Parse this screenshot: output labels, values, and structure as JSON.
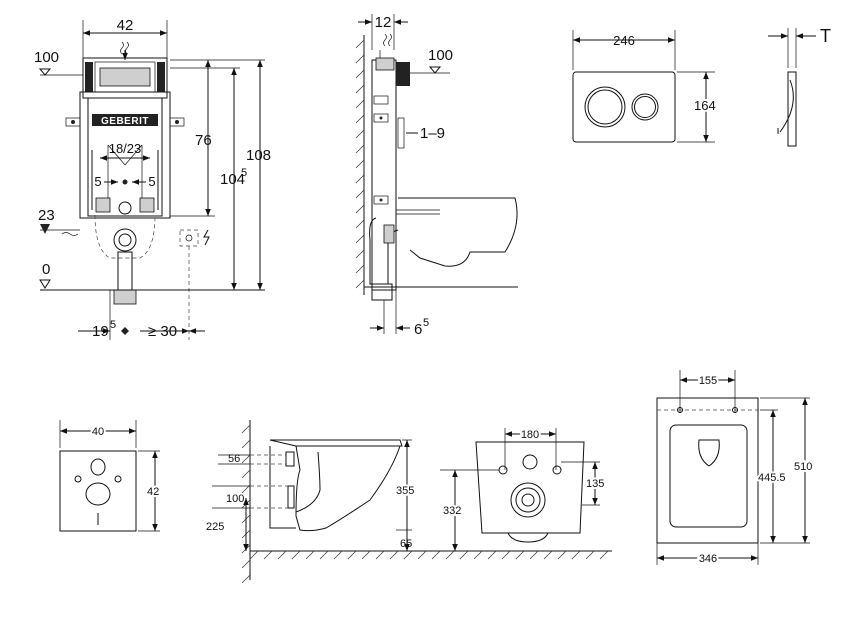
{
  "brand": "GEBERIT",
  "frame_front": {
    "width": "42",
    "level_top": "100",
    "level_inlet": "23",
    "level_floor": "0",
    "spacing": "18/23",
    "offset_left": "5",
    "offset_right": "5",
    "height_76": "76",
    "height_104": "104",
    "height_104_sup": "5",
    "height_108": "108",
    "bottom_left": "19",
    "bottom_left_sup": "5",
    "bottom_right": "≥ 30"
  },
  "frame_side": {
    "depth": "12",
    "level_top": "100",
    "adjust": "1–9",
    "bottom": "6",
    "bottom_sup": "5"
  },
  "flush_plate": {
    "width": "246",
    "height": "164",
    "thickness": "T"
  },
  "soundproof_pad": {
    "width": "40",
    "height": "42"
  },
  "wc_side": {
    "inlet": "56",
    "outlet": "100",
    "height_floor": "225",
    "height": "355",
    "gap": "65"
  },
  "wc_back": {
    "bolt_spacing": "180",
    "bolt_height": "135",
    "height": "332"
  },
  "wc_top": {
    "bolt_spacing": "155",
    "seat_length": "445.5",
    "length": "510",
    "width": "346"
  },
  "colors": {
    "line": "#111111",
    "fill_gray": "#cfcfcf",
    "background": "#ffffff"
  }
}
